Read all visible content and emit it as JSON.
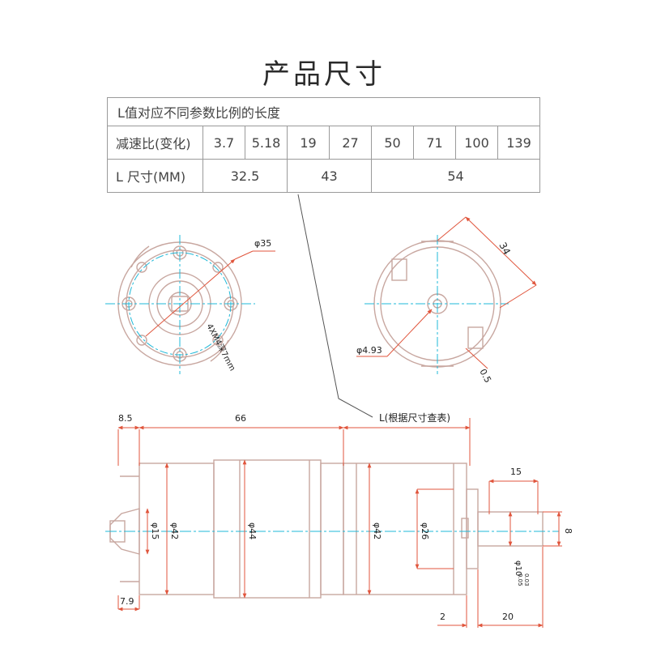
{
  "title": "产品尺寸",
  "table": {
    "header": "L值对应不同参数比例的长度",
    "ratio_label": "减速比(变化)",
    "ratios": [
      "3.7",
      "5.18",
      "19",
      "27",
      "50",
      "71",
      "100",
      "139"
    ],
    "length_label": "L 尺寸(MM)",
    "lengths": [
      "32.5",
      "43",
      "54"
    ]
  },
  "front_view": {
    "dia_label": "φ35",
    "hole_label": "4XM4深7mm"
  },
  "rear_view": {
    "width_label": "34",
    "dia_label": "φ4.93",
    "gap_label": "0.5"
  },
  "side_view": {
    "dim_8_5": "8.5",
    "dim_66": "66",
    "dim_L": "L(根据尺寸查表)",
    "dim_15_top": "15",
    "dim_phi15": "φ15",
    "dim_phi42_a": "φ42",
    "dim_phi44": "φ44",
    "dim_phi42_b": "φ42",
    "dim_phi26": "φ26",
    "dim_8": "8",
    "dim_phi10": "φ10",
    "dim_tol_upper": "0.03",
    "dim_tol_lower": "0.05",
    "dim_7_9": "7.9",
    "dim_2": "2",
    "dim_20": "20"
  },
  "colors": {
    "outline": "#c8a7a0",
    "center_line": "#1fb8d8",
    "dim_line": "#e0553c",
    "leader": "#555555"
  }
}
